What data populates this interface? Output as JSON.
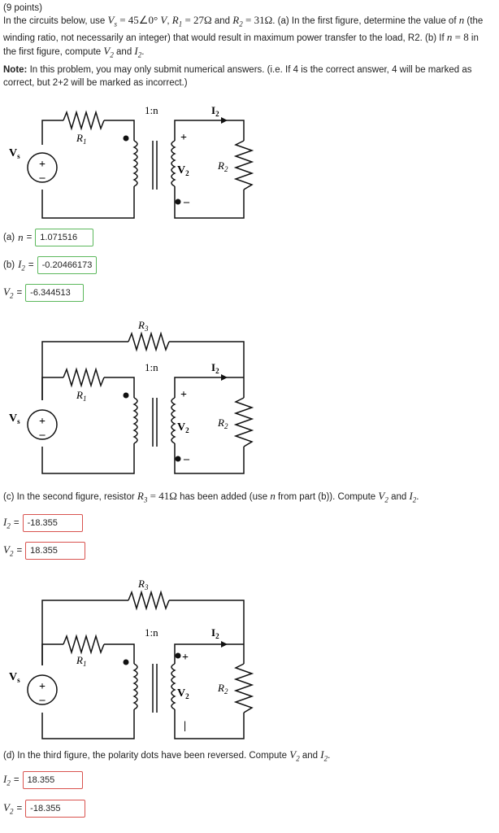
{
  "header": {
    "points": "(9 points)"
  },
  "intro": {
    "p1": "In the circuits below, use ",
    "vs_eq": "V_s = 45∠0° V",
    "r1_eq": "R_1 = 27Ω",
    "and": "and",
    "r2_eq": "R_2 = 31Ω",
    "part_a": ". (a) In the first figure, determine the value of",
    "n": "n",
    "part_a2": "(the winding ratio, not necessarily an integer) that would result in maximum power transfer to the load, R2. (b) If",
    "n_eq": "n = 8",
    "part_b": "in the first figure, compute",
    "compute_end": "."
  },
  "note": {
    "label": "Note:",
    "text": " In this problem, you may only submit numerical answers. (i.e. If 4 is the correct answer, 4 will be marked as correct, but 2+2 will be marked as incorrect.)"
  },
  "circuit": {
    "ratio": "1:n",
    "I2": "I",
    "I2sub": "2",
    "R1": "R",
    "R1sub": "1",
    "R2": "R",
    "R2sub": "2",
    "R3": "R",
    "R3sub": "3",
    "Vs": "V",
    "Vssub": "s",
    "V2": "V",
    "V2sub": "2",
    "plus": "+",
    "minus": "–"
  },
  "answers": {
    "a": {
      "label": "(a)",
      "var": "n",
      "eq": "=",
      "value": "1.071516"
    },
    "b_I2": {
      "label": "(b)",
      "var": "I",
      "sub": "2",
      "eq": "=",
      "value": "-0.20466173"
    },
    "b_V2": {
      "var": "V",
      "sub": "2",
      "eq": "=",
      "value": "-6.344513"
    },
    "c_I2": {
      "var": "I",
      "sub": "2",
      "eq": "=",
      "value": "-18.355"
    },
    "c_V2": {
      "var": "V",
      "sub": "2",
      "eq": "=",
      "value": "18.355"
    },
    "d_I2": {
      "var": "I",
      "sub": "2",
      "eq": "=",
      "value": "18.355"
    },
    "d_V2": {
      "var": "V",
      "sub": "2",
      "eq": "=",
      "value": "-18.355"
    }
  },
  "part_c": {
    "text1": "(c) In the second figure, resistor",
    "r3_eq": "R_3 = 41Ω",
    "text2": "has been added (use",
    "text3": "from part (b)). Compute",
    "and": "and"
  },
  "part_d": {
    "text1": "(d) In the third figure, the polarity dots have been reversed. Compute",
    "and": "and"
  }
}
